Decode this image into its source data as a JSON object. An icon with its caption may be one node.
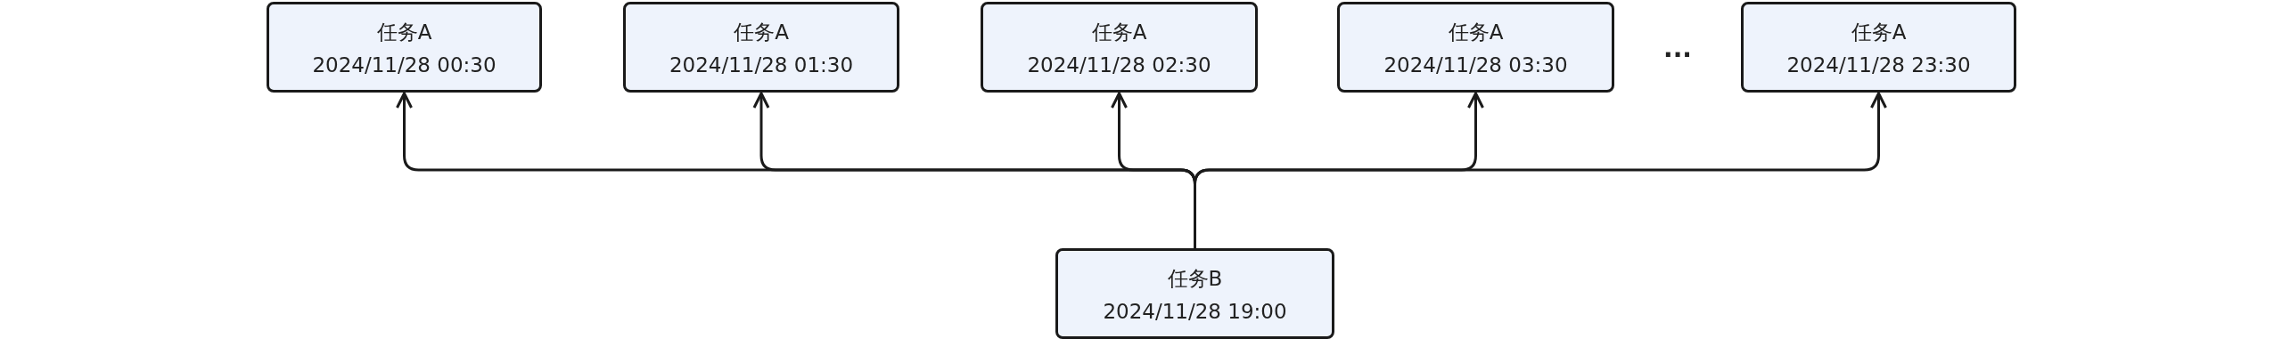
{
  "diagram": {
    "nodes": [
      {
        "text": [
          "任务A",
          "2024/11/28 00:30"
        ]
      },
      {
        "text": [
          "任务A",
          "2024/11/28 01:30"
        ]
      },
      {
        "text": [
          "任务A",
          "2024/11/28 02:30"
        ]
      },
      {
        "text": [
          "任务A",
          "2024/11/28 03:30"
        ]
      },
      {
        "text": [
          "任务A",
          "2024/11/28 23:30"
        ]
      },
      {
        "text": [
          "任务B",
          "2024/11/28 19:00"
        ]
      }
    ],
    "edges": [
      {
        "from": 5,
        "to": 0,
        "arrow": "to"
      },
      {
        "from": 5,
        "to": 1,
        "arrow": "to"
      },
      {
        "from": 5,
        "to": 2,
        "arrow": "to"
      },
      {
        "from": 5,
        "to": 3,
        "arrow": "to"
      },
      {
        "from": 5,
        "to": 4,
        "arrow": "to"
      }
    ],
    "labels": [
      "..."
    ]
  }
}
